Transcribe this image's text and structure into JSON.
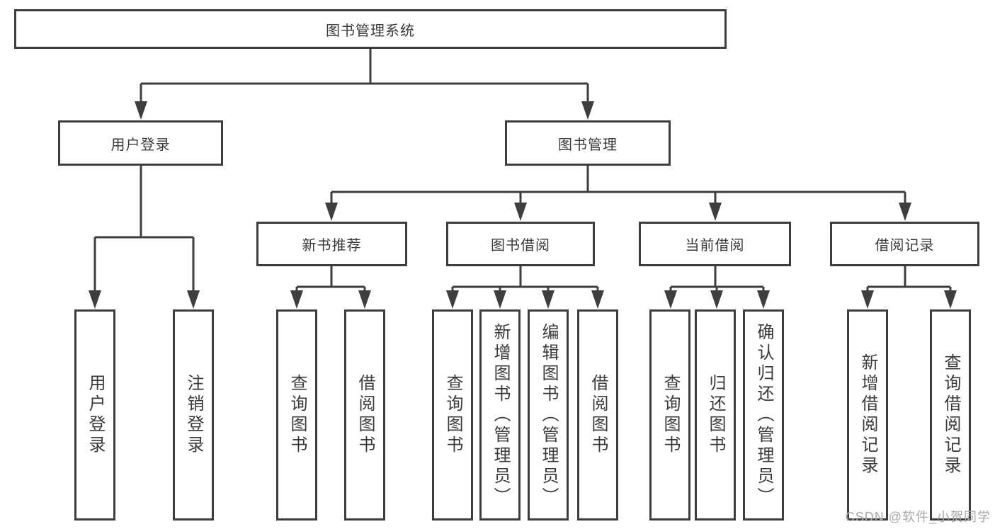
{
  "diagram": {
    "root": {
      "label": "图书管理系统",
      "children": [
        {
          "label": "用户登录",
          "children": [
            {
              "label": "用户登录"
            },
            {
              "label": "注销登录"
            }
          ]
        },
        {
          "label": "图书管理",
          "children": [
            {
              "label": "新书推荐",
              "children": [
                {
                  "label": "查询图书"
                },
                {
                  "label": "借阅图书"
                }
              ]
            },
            {
              "label": "图书借阅",
              "children": [
                {
                  "label": "查询图书"
                },
                {
                  "label": "新增图书（管理员）"
                },
                {
                  "label": "编辑图书（管理员）"
                },
                {
                  "label": "借阅图书"
                }
              ]
            },
            {
              "label": "当前借阅",
              "children": [
                {
                  "label": "查询图书"
                },
                {
                  "label": "归还图书"
                },
                {
                  "label": "确认归还（管理员）"
                }
              ]
            },
            {
              "label": "借阅记录",
              "children": [
                {
                  "label": "新增借阅记录"
                },
                {
                  "label": "查询借阅记录"
                }
              ]
            }
          ]
        }
      ]
    }
  },
  "watermark": {
    "text": "CSDN @软件_小贺同学",
    "color": "#a8a8a8"
  },
  "colors": {
    "stroke": "#3e3e3e",
    "text": "#3a3a3a",
    "background": "#ffffff"
  }
}
